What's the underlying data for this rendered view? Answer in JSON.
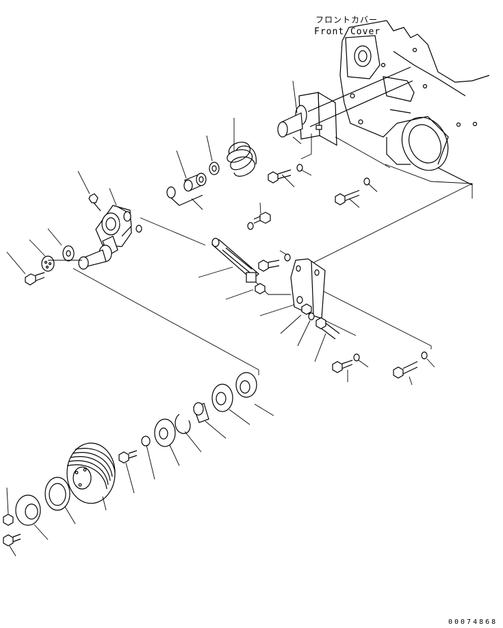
{
  "labels": {
    "front_cover_jp": "フロントカバー",
    "front_cover_en": "Front Cover",
    "drawing_number": "00074868"
  }
}
